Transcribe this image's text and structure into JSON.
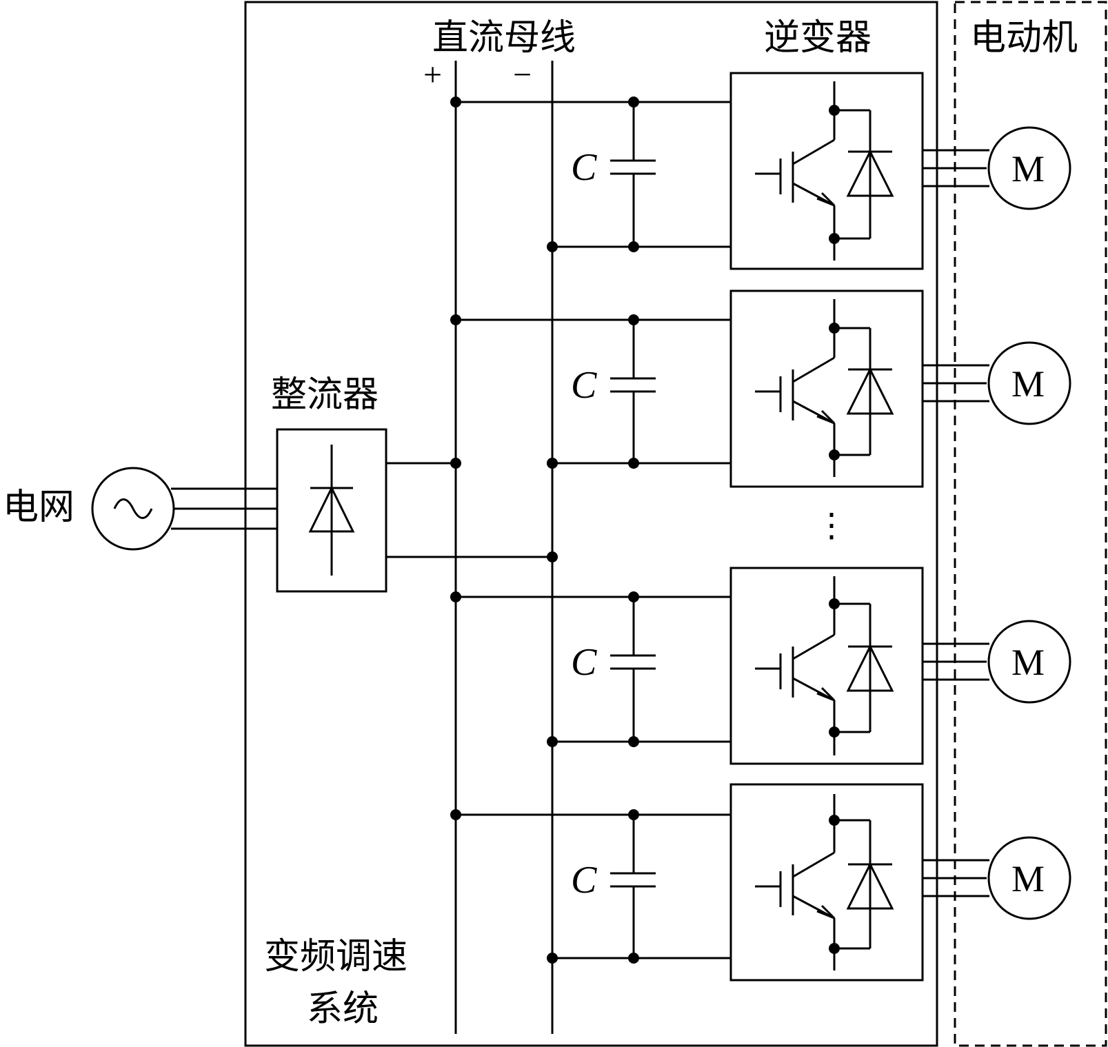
{
  "labels": {
    "grid": "电网",
    "rectifier": "整流器",
    "dc_bus": "直流母线",
    "inverter": "逆变器",
    "motor_group": "电动机",
    "vfd_system_line1": "变频调速",
    "vfd_system_line2": "系统",
    "plus": "+",
    "minus": "−",
    "ellipsis": "⋮"
  },
  "branches": [
    {
      "capacitor_label": "C",
      "motor_label": "M"
    },
    {
      "capacitor_label": "C",
      "motor_label": "M"
    },
    {
      "capacitor_label": "C",
      "motor_label": "M"
    },
    {
      "capacitor_label": "C",
      "motor_label": "M"
    }
  ],
  "icons": {
    "ac_source": "sine-wave-icon",
    "rectifier_symbol": "diode-icon",
    "inverter_symbol": "igbt-with-diode-icon",
    "motor": "motor-circle-icon"
  }
}
